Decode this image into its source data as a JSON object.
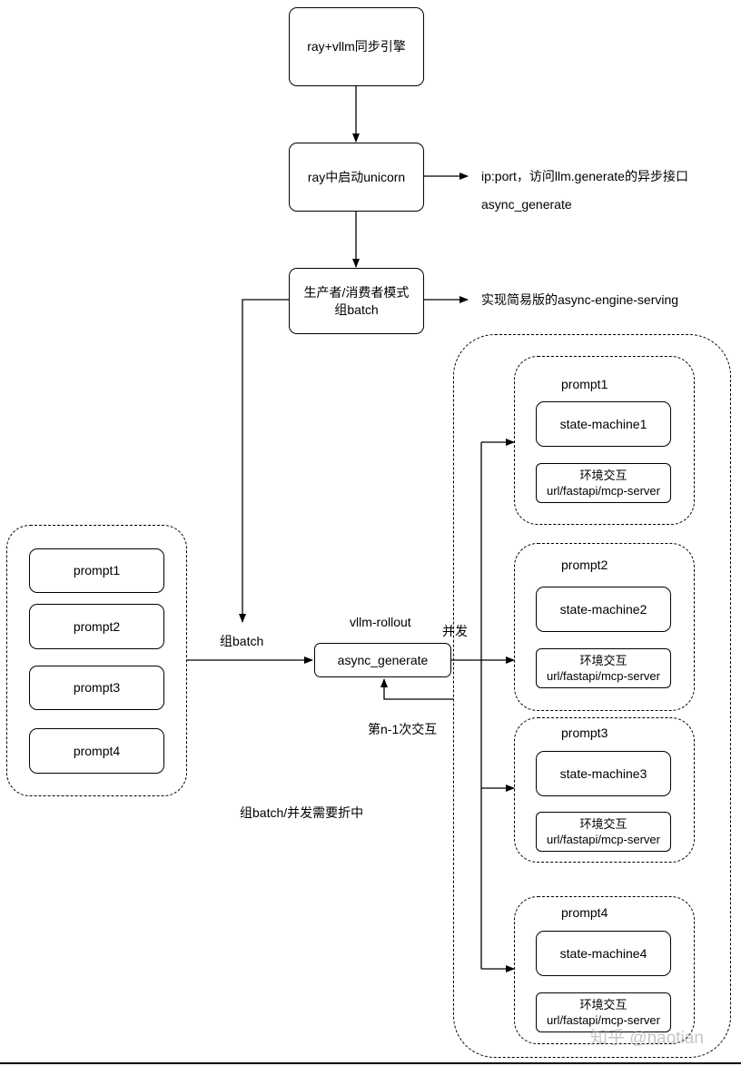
{
  "top": {
    "engine": "ray+vllm同步引擎",
    "unicorn": "ray中启动unicorn",
    "producer_line1": "生产者/消费者模式",
    "producer_line2": "组batch"
  },
  "notes": {
    "ip_port": "ip:port，访问llm.generate的异步接口",
    "async_generate": "async_generate",
    "simple_engine": "实现简易版的async-engine-serving"
  },
  "left_group": {
    "prompts": [
      "prompt1",
      "prompt2",
      "prompt3",
      "prompt4"
    ]
  },
  "middle": {
    "batch_label": "组batch",
    "rollout_label": "vllm-rollout",
    "async_box": "async_generate",
    "concurrent_label": "并发",
    "feedback_label": "第n-1次交互",
    "tradeoff_label": "组batch/并发需要折中"
  },
  "right_group": {
    "groups": [
      {
        "title": "prompt1",
        "state": "state-machine1",
        "env_line1": "环境交互",
        "env_line2": "url/fastapi/mcp-server"
      },
      {
        "title": "prompt2",
        "state": "state-machine2",
        "env_line1": "环境交互",
        "env_line2": "url/fastapi/mcp-server"
      },
      {
        "title": "prompt3",
        "state": "state-machine3",
        "env_line1": "环境交互",
        "env_line2": "url/fastapi/mcp-server"
      },
      {
        "title": "prompt4",
        "state": "state-machine4",
        "env_line1": "环境交互",
        "env_line2": "url/fastapi/mcp-server"
      }
    ]
  },
  "watermark": "知乎 @haotian"
}
